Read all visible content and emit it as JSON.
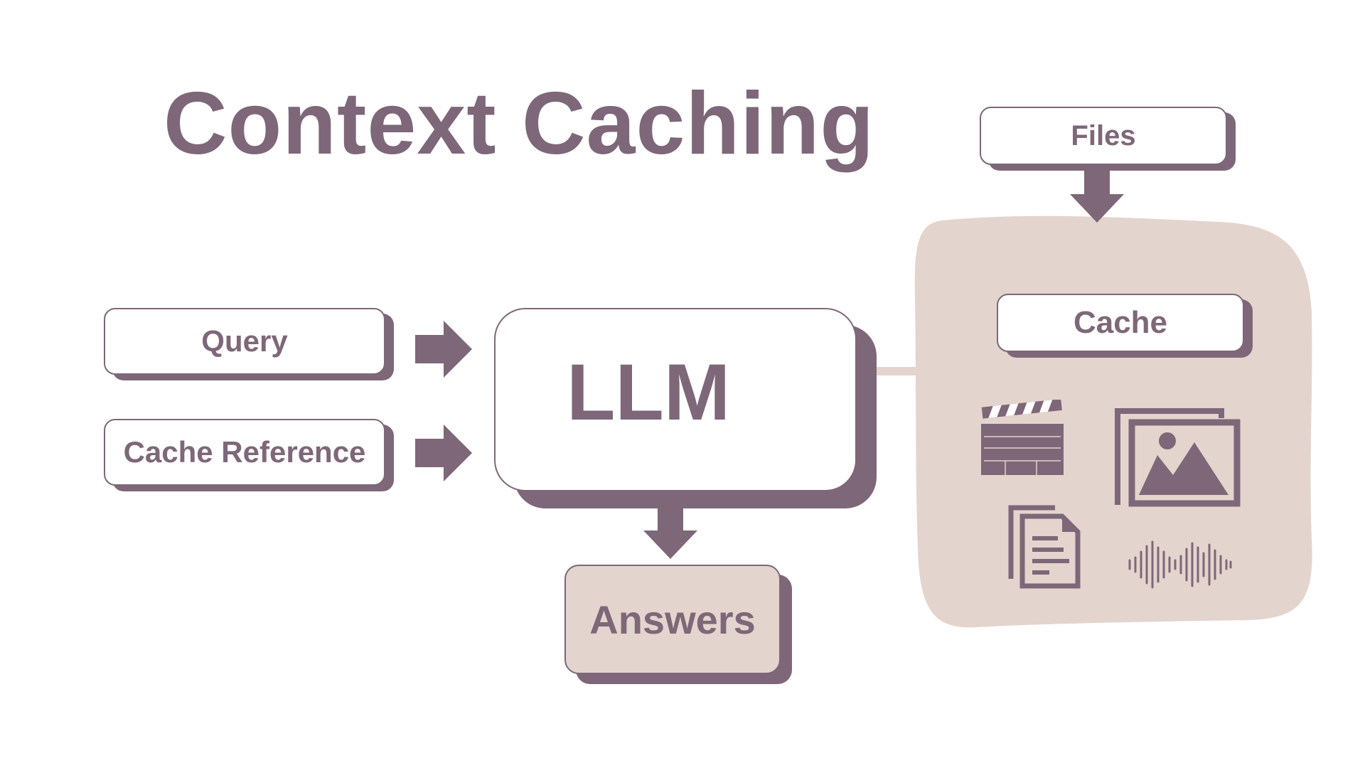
{
  "title": "Context Caching",
  "inputs": {
    "query": "Query",
    "cache_reference": "Cache Reference"
  },
  "model": {
    "label": "LLM"
  },
  "output": {
    "label": "Answers"
  },
  "files": {
    "label": "Files"
  },
  "cache": {
    "label": "Cache",
    "icons": [
      "video-clapperboard-icon",
      "image-icon",
      "document-icon",
      "audio-waveform-icon"
    ]
  },
  "colors": {
    "accent": "#7d6778",
    "cache_fill": "#e3d4ce",
    "background": "#ffffff"
  }
}
